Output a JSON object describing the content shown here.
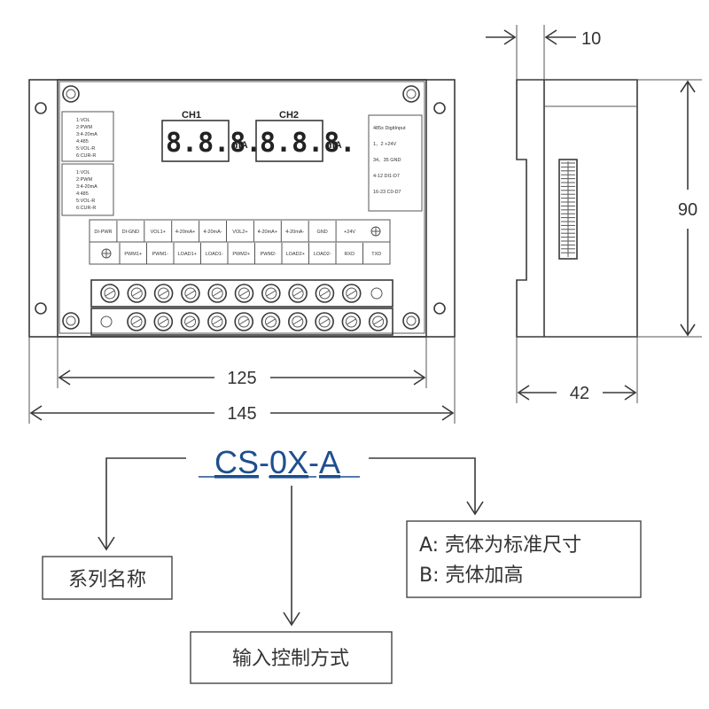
{
  "front": {
    "channels": [
      {
        "label": "CH1",
        "digits": "8.8.8.",
        "unit": "mA"
      },
      {
        "label": "CH2",
        "digits": "8.8.8.",
        "unit": "mA"
      }
    ],
    "left_panel_1": [
      "1:VOL",
      "2:PWM",
      "3:4-20mA",
      "4:485",
      "5:VOL-R",
      "6:CUR-R"
    ],
    "left_panel_2": [
      "1:VOL",
      "2:PWM",
      "3:4-20mA",
      "4:485",
      "5:VOL-R",
      "6:CUR-R"
    ],
    "right_panel": [
      "485x DigitInput",
      "1、2 +24V",
      "34、35 GND",
      "4-12 DI1-D7",
      "16-23 C0-D7"
    ],
    "terminal_row_1": [
      "DI-PWR",
      "DI-GND",
      "VOL1+",
      "4-20mA+",
      "4-20mA-",
      "VOL2+",
      "4-20mA+",
      "4-20mA-",
      "GND",
      "+24V"
    ],
    "terminal_row_2": [
      "PWM1+",
      "PWM1-",
      "LOAD1+",
      "LOAD1-",
      "PWM2+",
      "PWM2-",
      "LOAD2+",
      "LOAD2-",
      "RXD",
      "TXD"
    ]
  },
  "dimensions": {
    "inner_width": "125",
    "outer_width": "145",
    "side_depth": "42",
    "height": "90",
    "rail": "10"
  },
  "model": {
    "parts": [
      "CS",
      "0X",
      "A"
    ],
    "separator": "-",
    "series_label": "系列名称",
    "control_label": "输入控制方式",
    "option_a": "A: 壳体为标准尺寸",
    "option_b": "B: 壳体加高"
  }
}
